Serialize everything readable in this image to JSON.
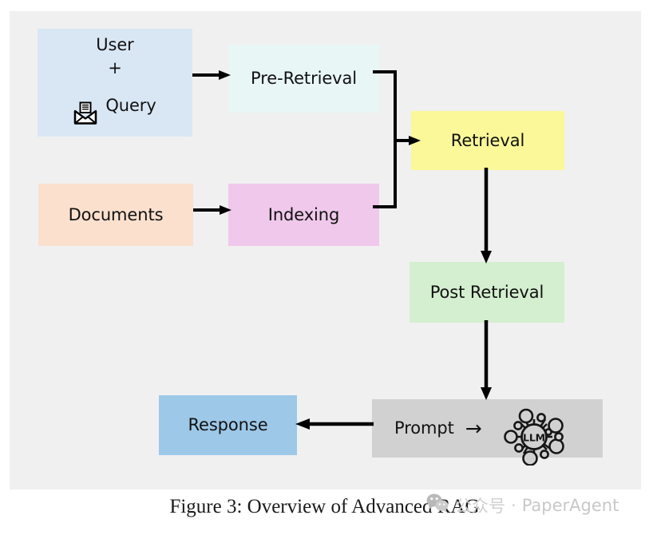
{
  "figure": {
    "canvas_color": "#f0f0f0",
    "page_color": "#ffffff",
    "caption": "Figure 3: Overview of Advanced RAG"
  },
  "nodes": {
    "user": {
      "line1": "User",
      "line2": "+",
      "line3": "Query",
      "icon": "envelope-icon",
      "color": "#d9e7f5"
    },
    "pre_retrieval": {
      "label": "Pre-Retrieval",
      "color": "#e8f6f5"
    },
    "documents": {
      "label": "Documents",
      "color": "#fbe0ce"
    },
    "indexing": {
      "label": "Indexing",
      "color": "#f0c8ec"
    },
    "retrieval": {
      "label": "Retrieval",
      "color": "#faf898"
    },
    "post_retrieval": {
      "label": "Post Retrieval",
      "color": "#d4efd0"
    },
    "prompt": {
      "label": "Prompt",
      "arrow_glyph": "→",
      "icon_label": "LLM",
      "color": "#d1d1d1"
    },
    "response": {
      "label": "Response",
      "color": "#9dc8e8"
    }
  },
  "connectors": [
    {
      "from": "user",
      "to": "pre_retrieval",
      "style": "straight-arrow"
    },
    {
      "from": "documents",
      "to": "indexing",
      "style": "straight-arrow"
    },
    {
      "from": "pre_retrieval+indexing",
      "to": "retrieval",
      "style": "elbow-merge-arrow"
    },
    {
      "from": "retrieval",
      "to": "post_retrieval",
      "style": "straight-arrow-down"
    },
    {
      "from": "post_retrieval",
      "to": "prompt",
      "style": "straight-arrow-down"
    },
    {
      "from": "prompt",
      "to": "response",
      "style": "straight-arrow-left"
    }
  ],
  "watermark": {
    "icon": "wechat-icon",
    "chinese": "公众号",
    "separator": "·",
    "name": "PaperAgent"
  }
}
